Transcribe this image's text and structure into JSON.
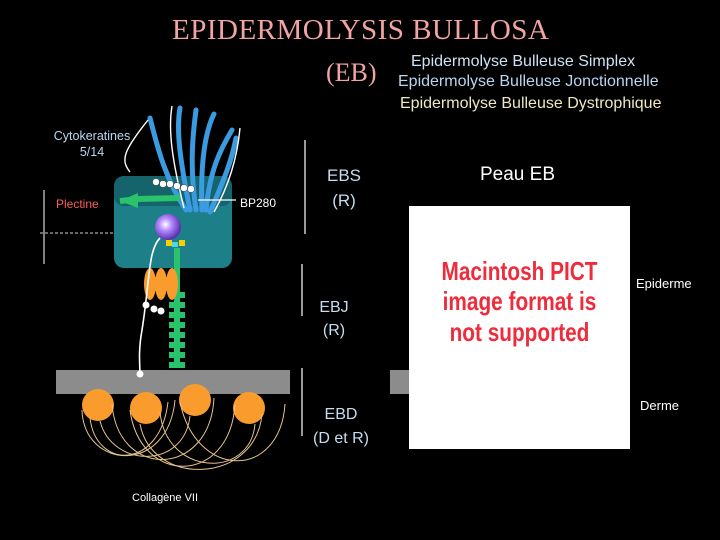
{
  "title": "EPIDERMOLYSIS BULLOSA",
  "abbreviation": "(EB)",
  "subtypes": [
    "Epidermolyse Bulleuse Simplex",
    "Epidermolyse Bulleuse Jonctionnelle",
    "Epidermolyse Bulleuse Dystrophique"
  ],
  "diagram": {
    "labels": {
      "cytokeratines": "Cytokeratines 5/14",
      "plectine": "Plectine",
      "bp280": "BP280",
      "collagene": "Collagène VII"
    }
  },
  "levels": {
    "ebs": "EBS",
    "ebs_mode": "(R)",
    "ebj": "EBJ",
    "ebj_mode": "(R)",
    "ebd": "EBD",
    "ebd_mode": "(D et R)"
  },
  "skin": {
    "title": "Peau EB",
    "epiderme": "Epiderme",
    "derme": "Derme",
    "placeholder": "Macintosh PICT image format is not supported"
  },
  "colors": {
    "title": "#f2a4a4",
    "subtype_simplex": "#cde3f5",
    "subtype_jonction": "#b9d5ef",
    "subtype_dystro": "#f1e7c2",
    "plectine": "#ff5a5a",
    "teal_cell": "#1d7f88",
    "keratin_blue": "#3a9be0",
    "orange": "#f99b2d",
    "green": "#29c36b",
    "placeholder_text": "#ee2c3c"
  }
}
